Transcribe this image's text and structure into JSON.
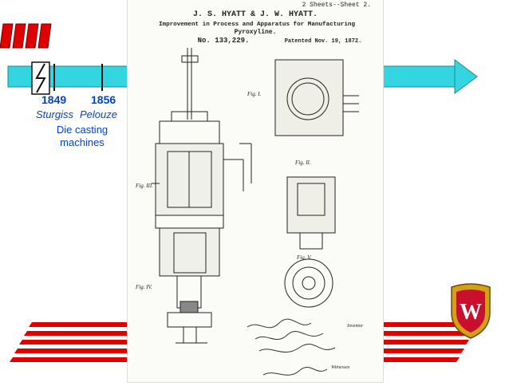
{
  "slide": {
    "title_left": "A",
    "title_right": "ent",
    "timeline": [
      {
        "year": "1849",
        "name": "Sturgiss"
      },
      {
        "year": "1856",
        "name": "Pelouze"
      }
    ],
    "note": "Die casting machines"
  },
  "patent": {
    "sheet": "2 Sheets--Sheet 2.",
    "inventors": "J. S. HYATT & J. W. HYATT.",
    "title_line1": "Improvement in Process and Apparatus for Manufacturing",
    "title_line2": "Pyroxyline.",
    "number": "No. 133,229.",
    "date": "Patented Nov. 19, 1872.",
    "fig_labels": [
      "Fig. I.",
      "Fig. II.",
      "Fig. III.",
      "Fig. IV.",
      "Fig. V."
    ],
    "witnesses_label": "Witnesses",
    "inventor_label": "Inventor"
  },
  "colors": {
    "accent_red": "#e00000",
    "timeline_cyan": "#33d6e0",
    "timeline_blue": "#0044cc",
    "crest_red": "#c8102e"
  }
}
